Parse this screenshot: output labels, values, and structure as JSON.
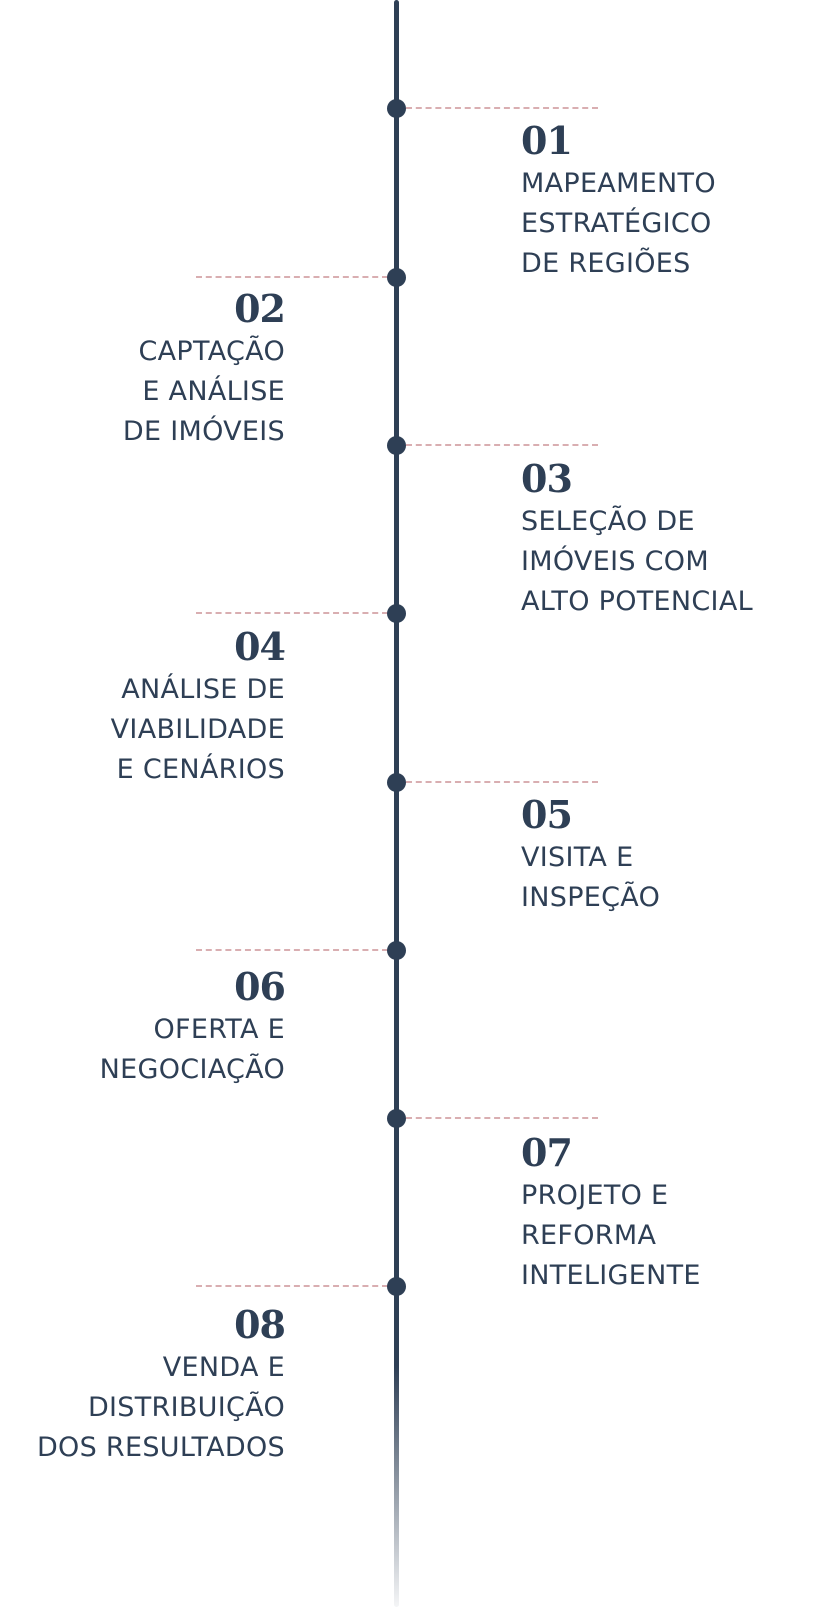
{
  "timeline": {
    "steps": [
      {
        "number": "01",
        "lines": [
          "MAPEAMENTO",
          "ESTRATÉGICO",
          "DE REGIÕES"
        ]
      },
      {
        "number": "02",
        "lines": [
          "CAPTAÇÃO",
          "E ANÁLISE",
          "DE IMÓVEIS"
        ]
      },
      {
        "number": "03",
        "lines": [
          "SELEÇÃO DE",
          "IMÓVEIS COM",
          "ALTO POTENCIAL"
        ]
      },
      {
        "number": "04",
        "lines": [
          "ANÁLISE DE",
          "VIABILIDADE",
          "E CENÁRIOS"
        ]
      },
      {
        "number": "05",
        "lines": [
          "VISITA E",
          "INSPEÇÃO"
        ]
      },
      {
        "number": "06",
        "lines": [
          "OFERTA E",
          "NEGOCIAÇÃO"
        ]
      },
      {
        "number": "07",
        "lines": [
          "PROJETO E",
          "REFORMA",
          "INTELIGENTE"
        ]
      },
      {
        "number": "08",
        "lines": [
          "VENDA E",
          "DISTRIBUIÇÃO",
          "DOS RESULTADOS"
        ]
      }
    ]
  }
}
